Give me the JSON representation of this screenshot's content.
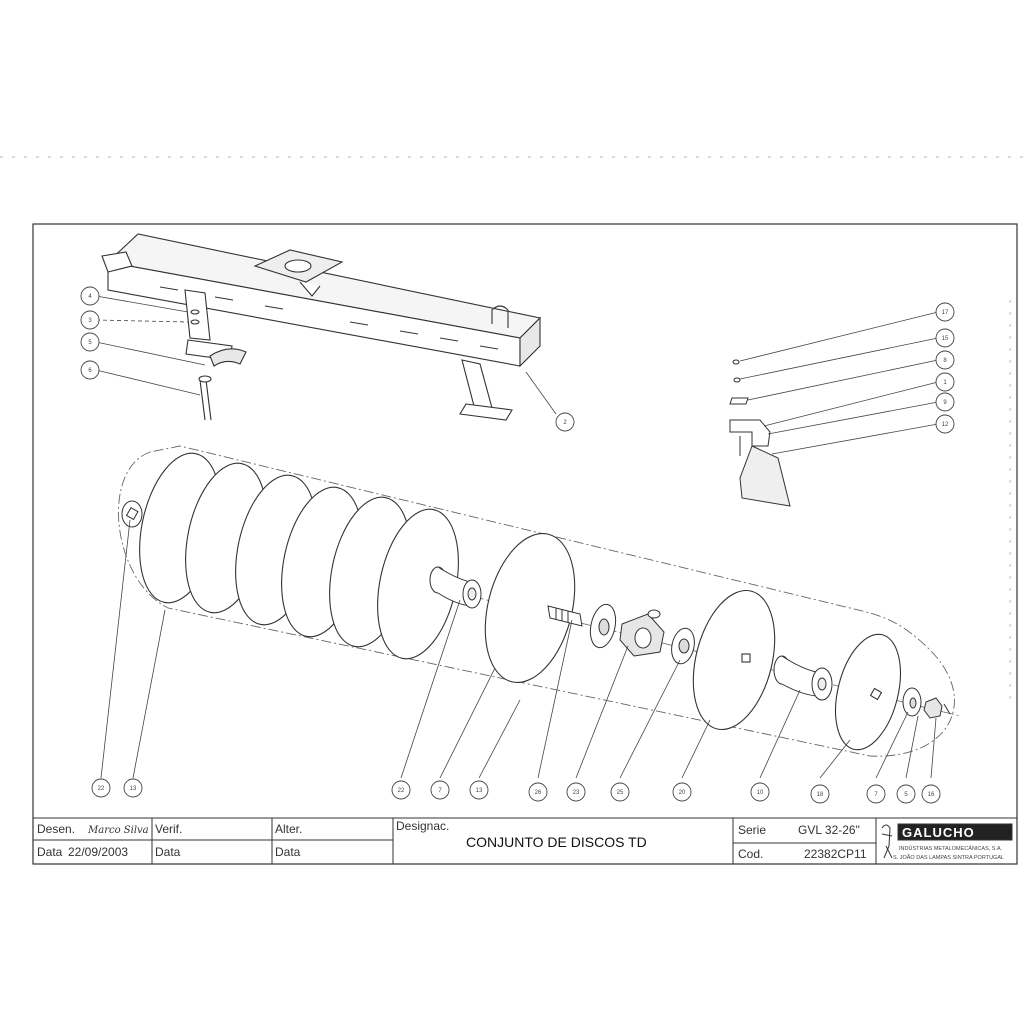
{
  "drawing": {
    "title": "CONJUNTO DE DISCOS TD",
    "callouts": [
      {
        "id": "c-a1",
        "label": "4"
      },
      {
        "id": "c-a2",
        "label": "3"
      },
      {
        "id": "c-a3",
        "label": "5"
      },
      {
        "id": "c-a4",
        "label": "6"
      },
      {
        "id": "c-frame",
        "label": "2"
      },
      {
        "id": "c-s1",
        "label": "17"
      },
      {
        "id": "c-s2",
        "label": "15"
      },
      {
        "id": "c-s3",
        "label": "8"
      },
      {
        "id": "c-s4",
        "label": "1"
      },
      {
        "id": "c-s5",
        "label": "9"
      },
      {
        "id": "c-s6",
        "label": "12"
      },
      {
        "id": "c-b1",
        "label": "22"
      },
      {
        "id": "c-b2",
        "label": "13"
      },
      {
        "id": "c-b3",
        "label": "22"
      },
      {
        "id": "c-b4",
        "label": "7"
      },
      {
        "id": "c-b5",
        "label": "13"
      },
      {
        "id": "c-b6",
        "label": "26"
      },
      {
        "id": "c-b7",
        "label": "23"
      },
      {
        "id": "c-b8",
        "label": "25"
      },
      {
        "id": "c-b9",
        "label": "20"
      },
      {
        "id": "c-b10",
        "label": "10"
      },
      {
        "id": "c-b11",
        "label": "18"
      },
      {
        "id": "c-b12",
        "label": "7"
      },
      {
        "id": "c-b13",
        "label": "5"
      },
      {
        "id": "c-b14",
        "label": "16"
      }
    ]
  },
  "title_block": {
    "desen_label": "Desen.",
    "desen_value": "Marco Silva",
    "verif_label": "Verif.",
    "alter_label": "Alter.",
    "designac_label": "Designac.",
    "data_label": "Data",
    "data_value": "22/09/2003",
    "data2_label": "Data",
    "data3_label": "Data",
    "serie_label": "Serie",
    "serie_value": "GVL 32-26\"",
    "cod_label": "Cod.",
    "cod_value": "22382CP11",
    "brand_name": "GALUCHO",
    "brand_sub1": "INDÚSTRIAS METALOMECÂNICAS, S.A.",
    "brand_sub2": "S. JOÃO DAS LAMPAS   SINTRA   PORTUGAL"
  }
}
